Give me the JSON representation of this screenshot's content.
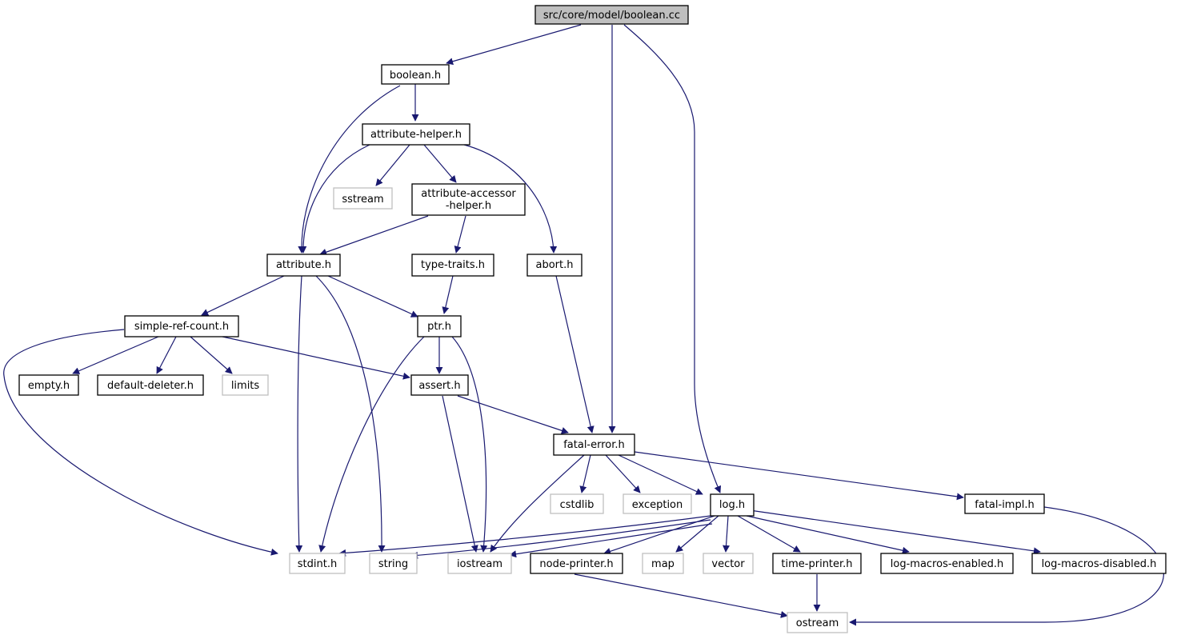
{
  "colors": {
    "edge": "#191970",
    "root_fill": "#bfbfbf",
    "root_border": "#000000",
    "local_border": "#000000",
    "system_border": "#bfbfbf",
    "fill": "#ffffff"
  },
  "nodes": {
    "root": "src/core/model/boolean.cc",
    "boolean_h": "boolean.h",
    "attribute_helper_h": "attribute-helper.h",
    "sstream": "sstream",
    "attribute_accessor_helper_h_1": "attribute-accessor",
    "attribute_accessor_helper_h_2": "-helper.h",
    "attribute_h": "attribute.h",
    "type_traits_h": "type-traits.h",
    "abort_h": "abort.h",
    "simple_ref_count_h": "simple-ref-count.h",
    "ptr_h": "ptr.h",
    "empty_h": "empty.h",
    "default_deleter_h": "default-deleter.h",
    "limits": "limits",
    "assert_h": "assert.h",
    "fatal_error_h": "fatal-error.h",
    "cstdlib": "cstdlib",
    "exception": "exception",
    "log_h": "log.h",
    "fatal_impl_h": "fatal-impl.h",
    "stdint_h": "stdint.h",
    "string": "string",
    "iostream": "iostream",
    "node_printer_h": "node-printer.h",
    "map": "map",
    "vector": "vector",
    "time_printer_h": "time-printer.h",
    "log_macros_enabled_h": "log-macros-enabled.h",
    "log_macros_disabled_h": "log-macros-disabled.h",
    "ostream": "ostream"
  }
}
